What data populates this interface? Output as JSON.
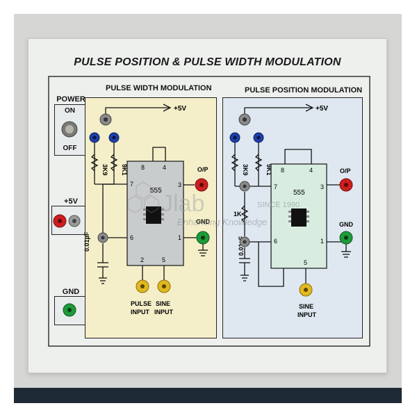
{
  "board_title": "PULSE POSITION & PULSE WIDTH MODULATION",
  "power": {
    "label": "POWER",
    "on": "ON",
    "off": "OFF"
  },
  "supply": {
    "label": "+5V"
  },
  "ground": {
    "label": "GND"
  },
  "pwm": {
    "title": "PULSE WIDTH MODULATION",
    "vcc": "+5V",
    "r1": "3K9",
    "r2": "9K1",
    "ic": "555",
    "pin8": "8",
    "pin4": "4",
    "pin7": "7",
    "pin3": "3",
    "pin6": "6",
    "pin1": "1",
    "pin2": "2",
    "pin5": "5",
    "cap": "0.01µF",
    "out": "O/P",
    "gnd": "GND",
    "in1_a": "PULSE",
    "in1_b": "INPUT",
    "in2_a": "SINE",
    "in2_b": "INPUT"
  },
  "ppm": {
    "title": "PULSE POSITION MODULATION",
    "vcc": "+5V",
    "r1": "3K9",
    "r2": "9K1",
    "r3": "1K",
    "ic": "555",
    "pin8": "8",
    "pin4": "4",
    "pin7": "7",
    "pin3": "3",
    "pin6": "6",
    "pin1": "1",
    "pin5": "5",
    "cap": "0.01µF",
    "out": "O/P",
    "gnd": "GND",
    "in_a": "SINE",
    "in_b": "INPUT"
  },
  "watermark": {
    "brand": "Jlab",
    "since": "SINCE 1990",
    "tagline": "Enhancing Knowledge"
  },
  "colors": {
    "pwm_bg": "#f5efc9",
    "ppm_bg": "#dfe8f1",
    "socket_red": "#cc1f1f",
    "socket_green": "#1f9a3a",
    "socket_yellow": "#e0b820",
    "socket_blue": "#1d3fa8",
    "socket_grey": "#8a8a8a"
  }
}
